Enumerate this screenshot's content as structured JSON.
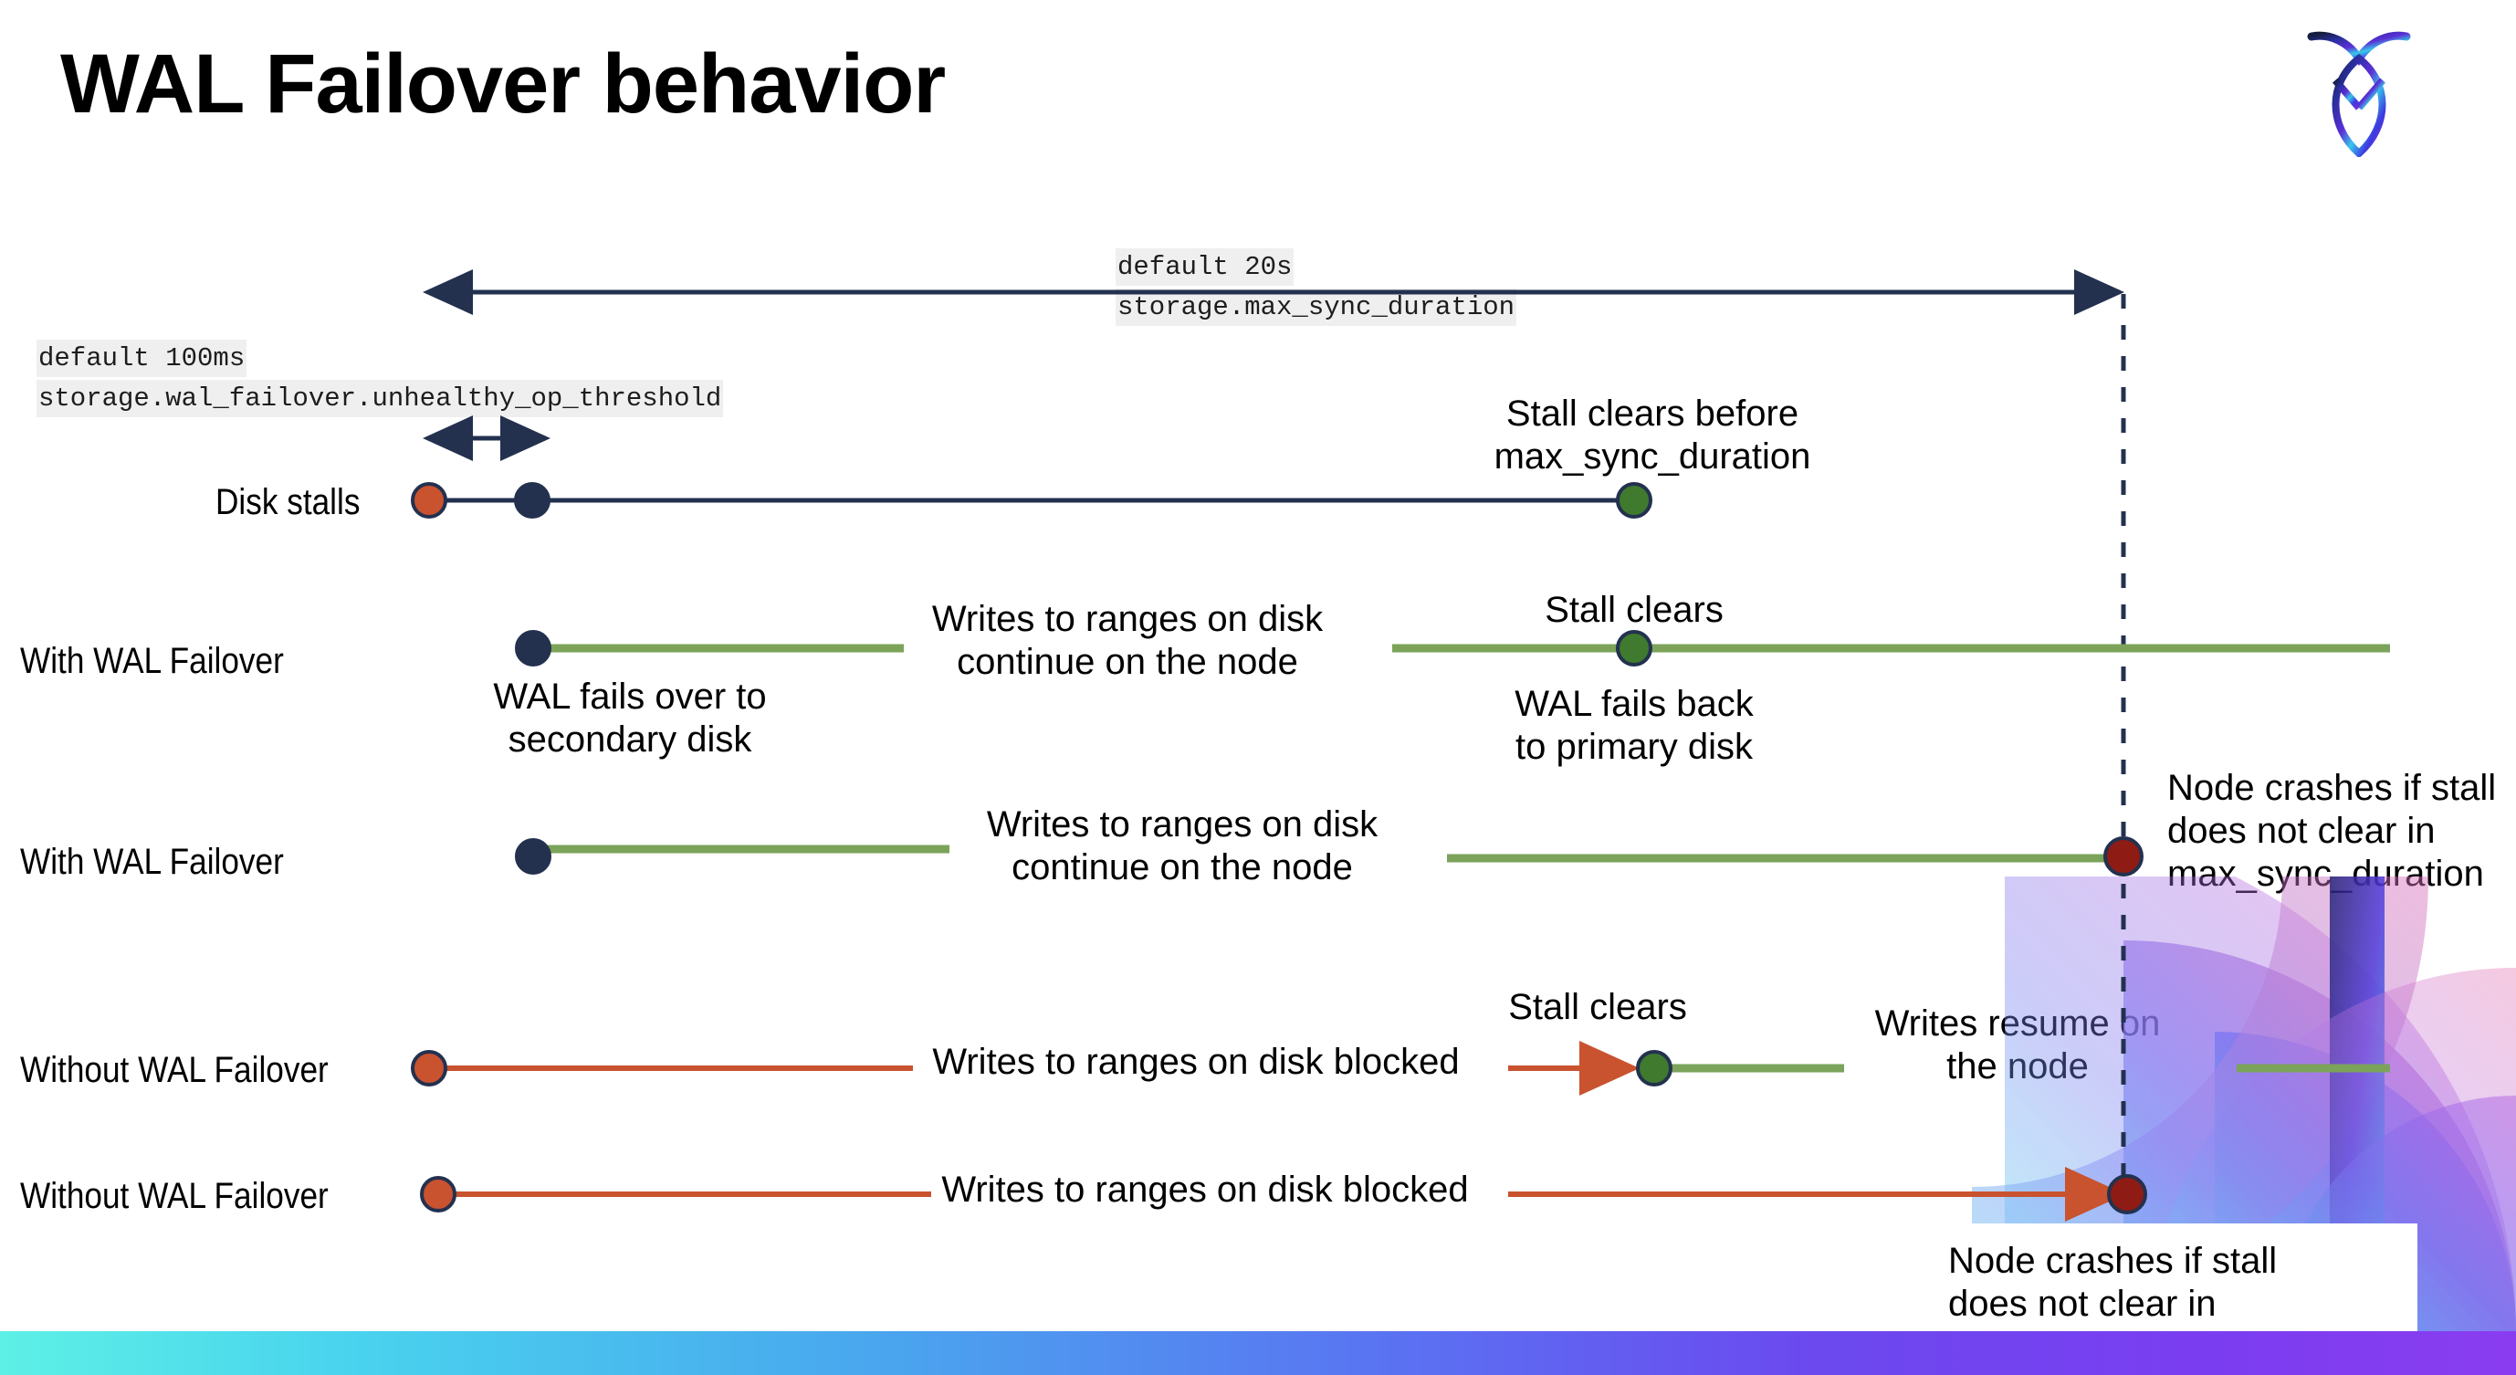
{
  "slide": {
    "title": "WAL Failover behavior",
    "logo_name": "cockroachdb-logo",
    "bottom_bar_gradient": [
      "#5df0e6",
      "#49a8ee",
      "#8a3df0"
    ]
  },
  "colors": {
    "navy": "#23314f",
    "green_line": "#76a martian",
    "green": "#7aa css",
    "accent_green": "#7ba35a",
    "dot_green": "#3f7a2e",
    "dot_red": "#8e1b14",
    "orange": "#c9522f",
    "code_bg": "#efefef",
    "text": "#000000"
  },
  "settings": {
    "max_sync": {
      "default_label": "default 20s",
      "setting_name": "storage.max_sync_duration"
    },
    "unhealthy_op": {
      "default_label": "default 100ms",
      "setting_name": "storage.wal_failover.unhealthy_op_threshold"
    }
  },
  "rows": [
    {
      "id": "disk-stalls",
      "label": "Disk stalls",
      "annotations": [
        "Stall clears before\nmax_sync_duration"
      ]
    },
    {
      "id": "with-wal-failover-1",
      "label": "With WAL Failover",
      "annotations": [
        "WAL fails over to\nsecondary disk",
        "Writes to ranges on disk\ncontinue on the node",
        "Stall clears",
        "WAL fails  back\nto primary disk"
      ]
    },
    {
      "id": "with-wal-failover-2",
      "label": "With WAL Failover",
      "annotations": [
        "Writes to ranges on disk\ncontinue on the node",
        "Node crashes if stall\ndoes not clear in\nmax_sync_duration"
      ]
    },
    {
      "id": "without-wal-failover-1",
      "label": "Without WAL Failover",
      "annotations": [
        "Writes to ranges on disk  blocked",
        "Stall clears",
        "Writes resume on\nthe node"
      ]
    },
    {
      "id": "without-wal-failover-2",
      "label": "Without WAL Failover",
      "annotations": [
        "Writes to ranges on disk  blocked",
        "Node crashes if stall\ndoes not clear in\nmax_sync_duration"
      ]
    }
  ],
  "text": {
    "stall_clears_before": "Stall clears before\nmax_sync_duration",
    "wal_fails_over": "WAL fails over to\nsecondary disk",
    "writes_continue": "Writes to ranges on disk\ncontinue on the node",
    "stall_clears": "Stall clears",
    "wal_fails_back": "WAL fails  back\nto primary disk",
    "node_crashes": "Node crashes if stall\ndoes not clear in\nmax_sync_duration",
    "writes_blocked": "Writes to ranges on disk  blocked",
    "writes_resume": "Writes resume on\nthe node"
  }
}
